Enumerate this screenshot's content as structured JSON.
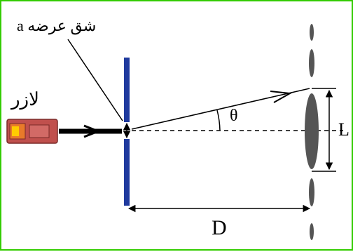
{
  "labels": {
    "slit_label": "شق عرضه a",
    "laser_label": "لازر",
    "angle_label": "θ",
    "width_label": "L",
    "distance_label": "D"
  },
  "colors": {
    "frame": "#33cc00",
    "slit": "#1f3a9e",
    "fringe": "#555555",
    "laser_body": "#c0504d",
    "laser_core": "#ffcc00",
    "lines": "#000000"
  }
}
